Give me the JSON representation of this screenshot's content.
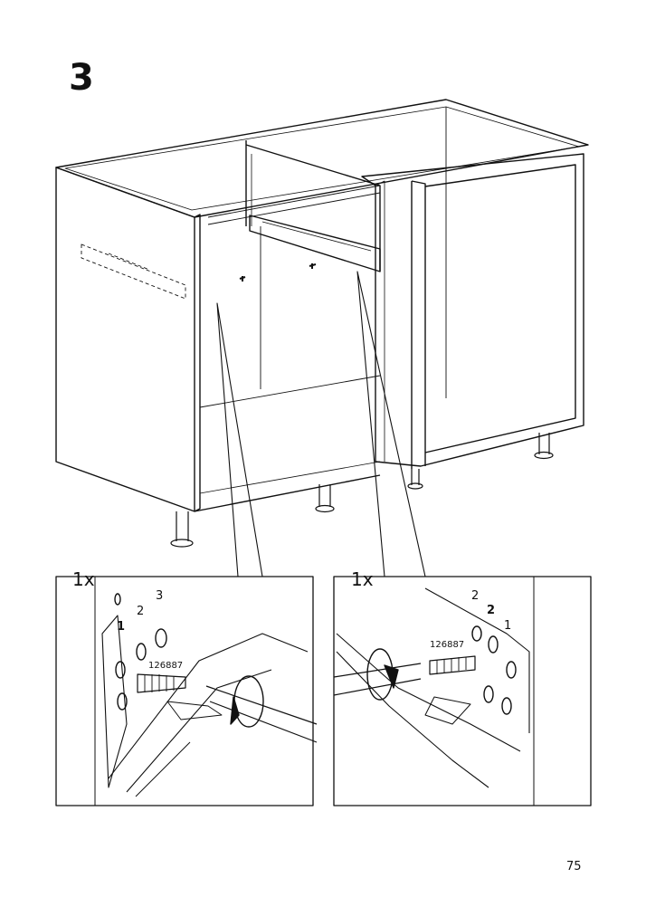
{
  "step": {
    "number": "3"
  },
  "page": {
    "number": "75"
  },
  "detail_left": {
    "quantity": "1x",
    "part_number": "126887",
    "hole_labels": [
      "1",
      "2",
      "3"
    ]
  },
  "detail_right": {
    "quantity": "1x",
    "part_number": "126887",
    "hole_labels": [
      "2",
      "2",
      "1"
    ]
  }
}
